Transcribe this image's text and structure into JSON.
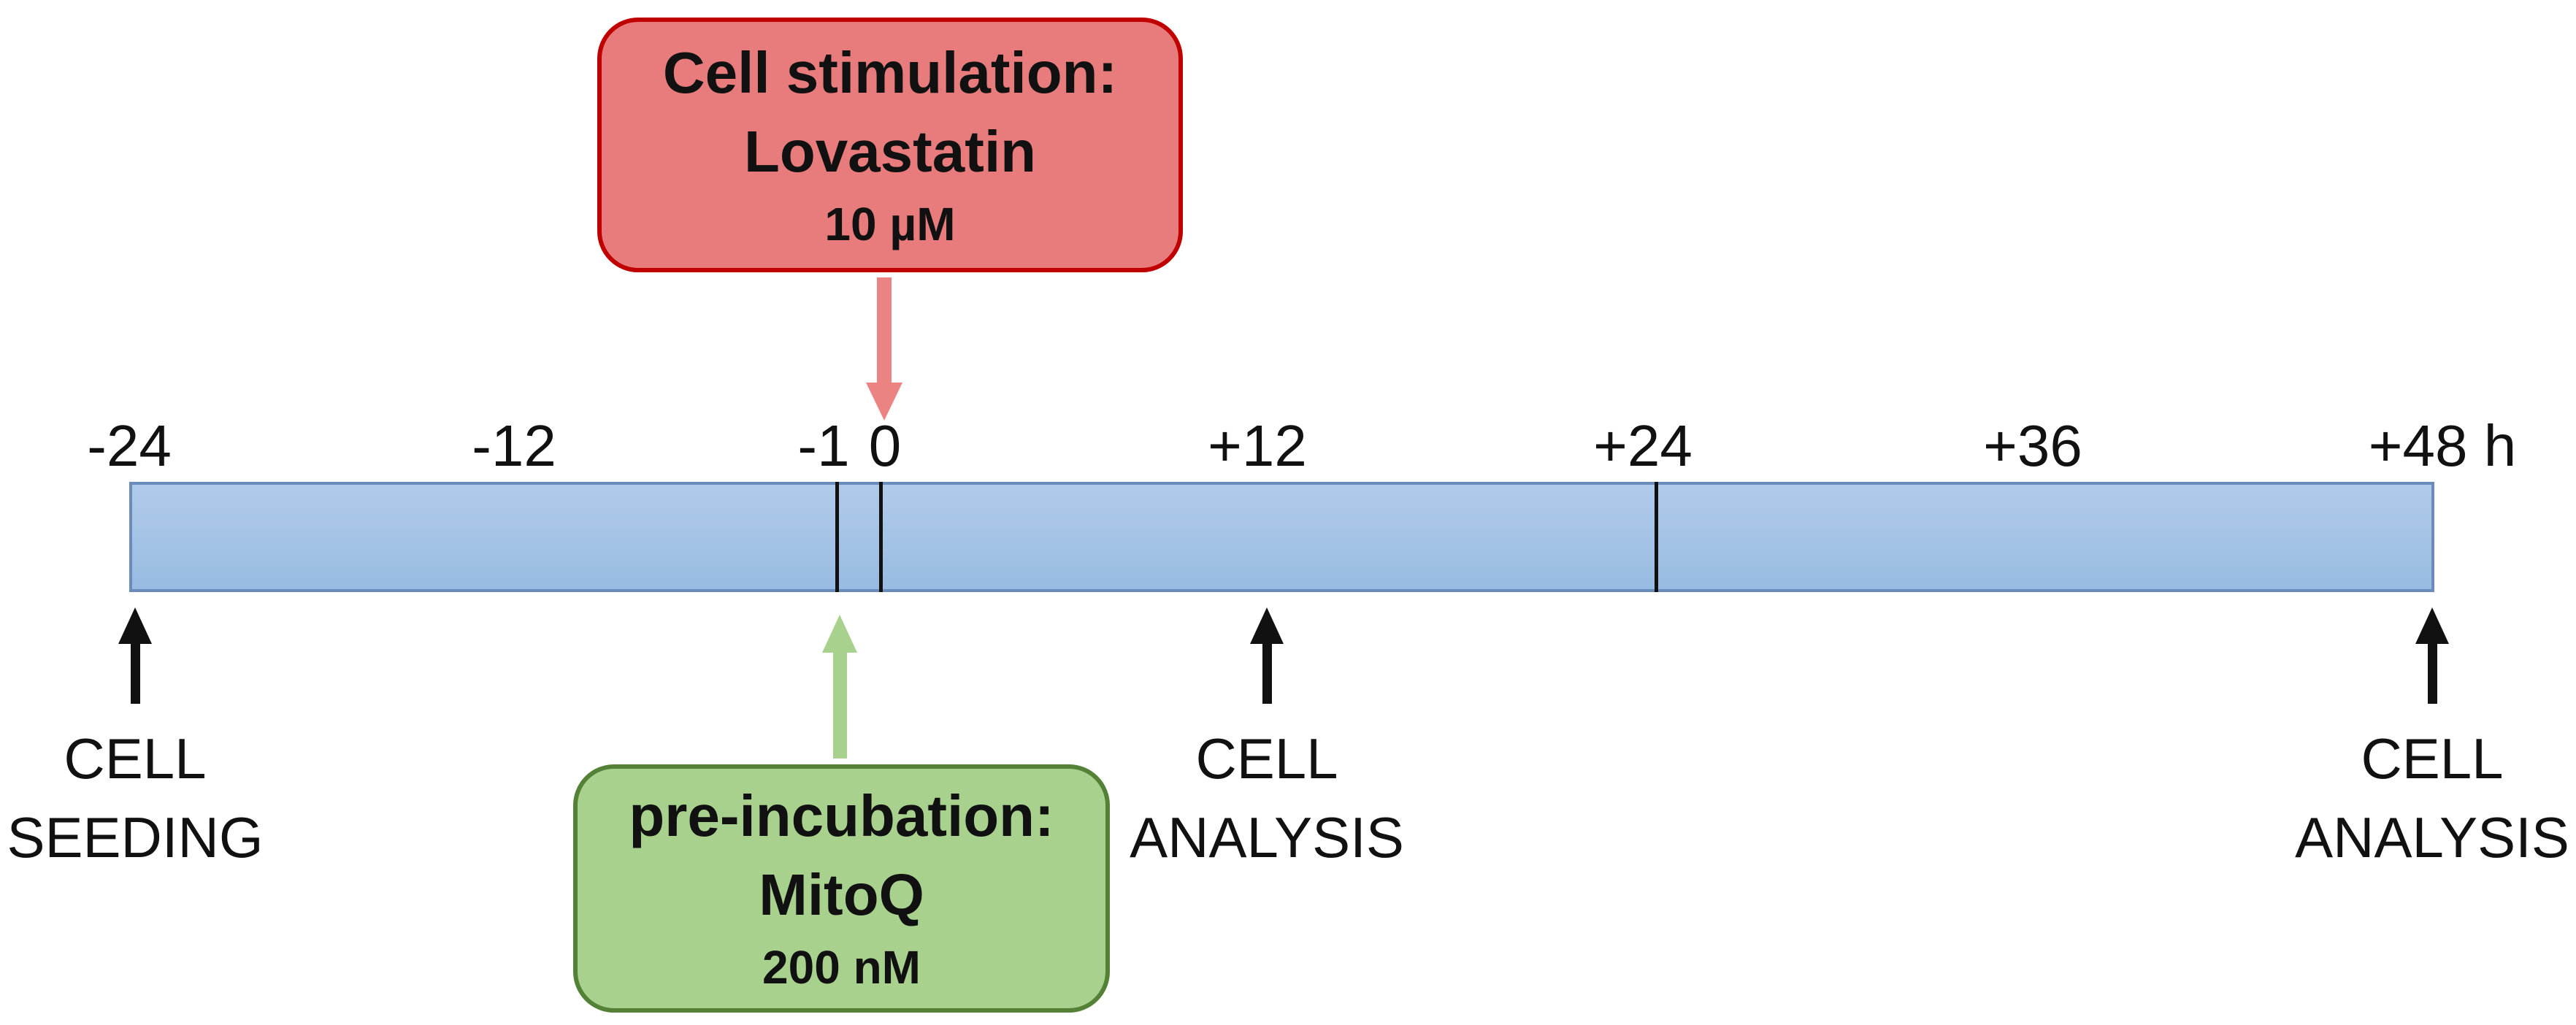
{
  "diagram": {
    "stimulation_box": {
      "title": "Cell stimulation:",
      "agent": "Lovastatin",
      "dose": "10 µM"
    },
    "preincubation_box": {
      "title": "pre-incubation:",
      "agent": "MitoQ",
      "dose": "200 nM"
    },
    "timeline": {
      "unit": "h",
      "range_hours": [
        -24,
        48
      ],
      "tick_mark_hours": [
        -1,
        0,
        24
      ],
      "hour_labels": [
        "-24",
        "-12",
        "-1",
        "0",
        "+12",
        "+24",
        "+36",
        "+48 h"
      ]
    },
    "events": [
      {
        "hour": -24,
        "line1": "CELL",
        "line2": "SEEDING"
      },
      {
        "hour": 12,
        "line1": "CELL",
        "line2": "ANALYSIS"
      },
      {
        "hour": 48,
        "line1": "CELL",
        "line2": "ANALYSIS"
      }
    ],
    "colors": {
      "stimulation_fill": "#E87C7C",
      "stimulation_border": "#C00000",
      "stimulation_arrow": "#EC8383",
      "preincubation_fill": "#A9D18E",
      "preincubation_border": "#538135",
      "preincubation_arrow": "#A9D18E",
      "bar_fill_top": "#AFCBEA",
      "bar_fill_bottom": "#98BBE2",
      "bar_border": "#6B8CBA",
      "tick": "#111111",
      "text": "#111111"
    }
  }
}
